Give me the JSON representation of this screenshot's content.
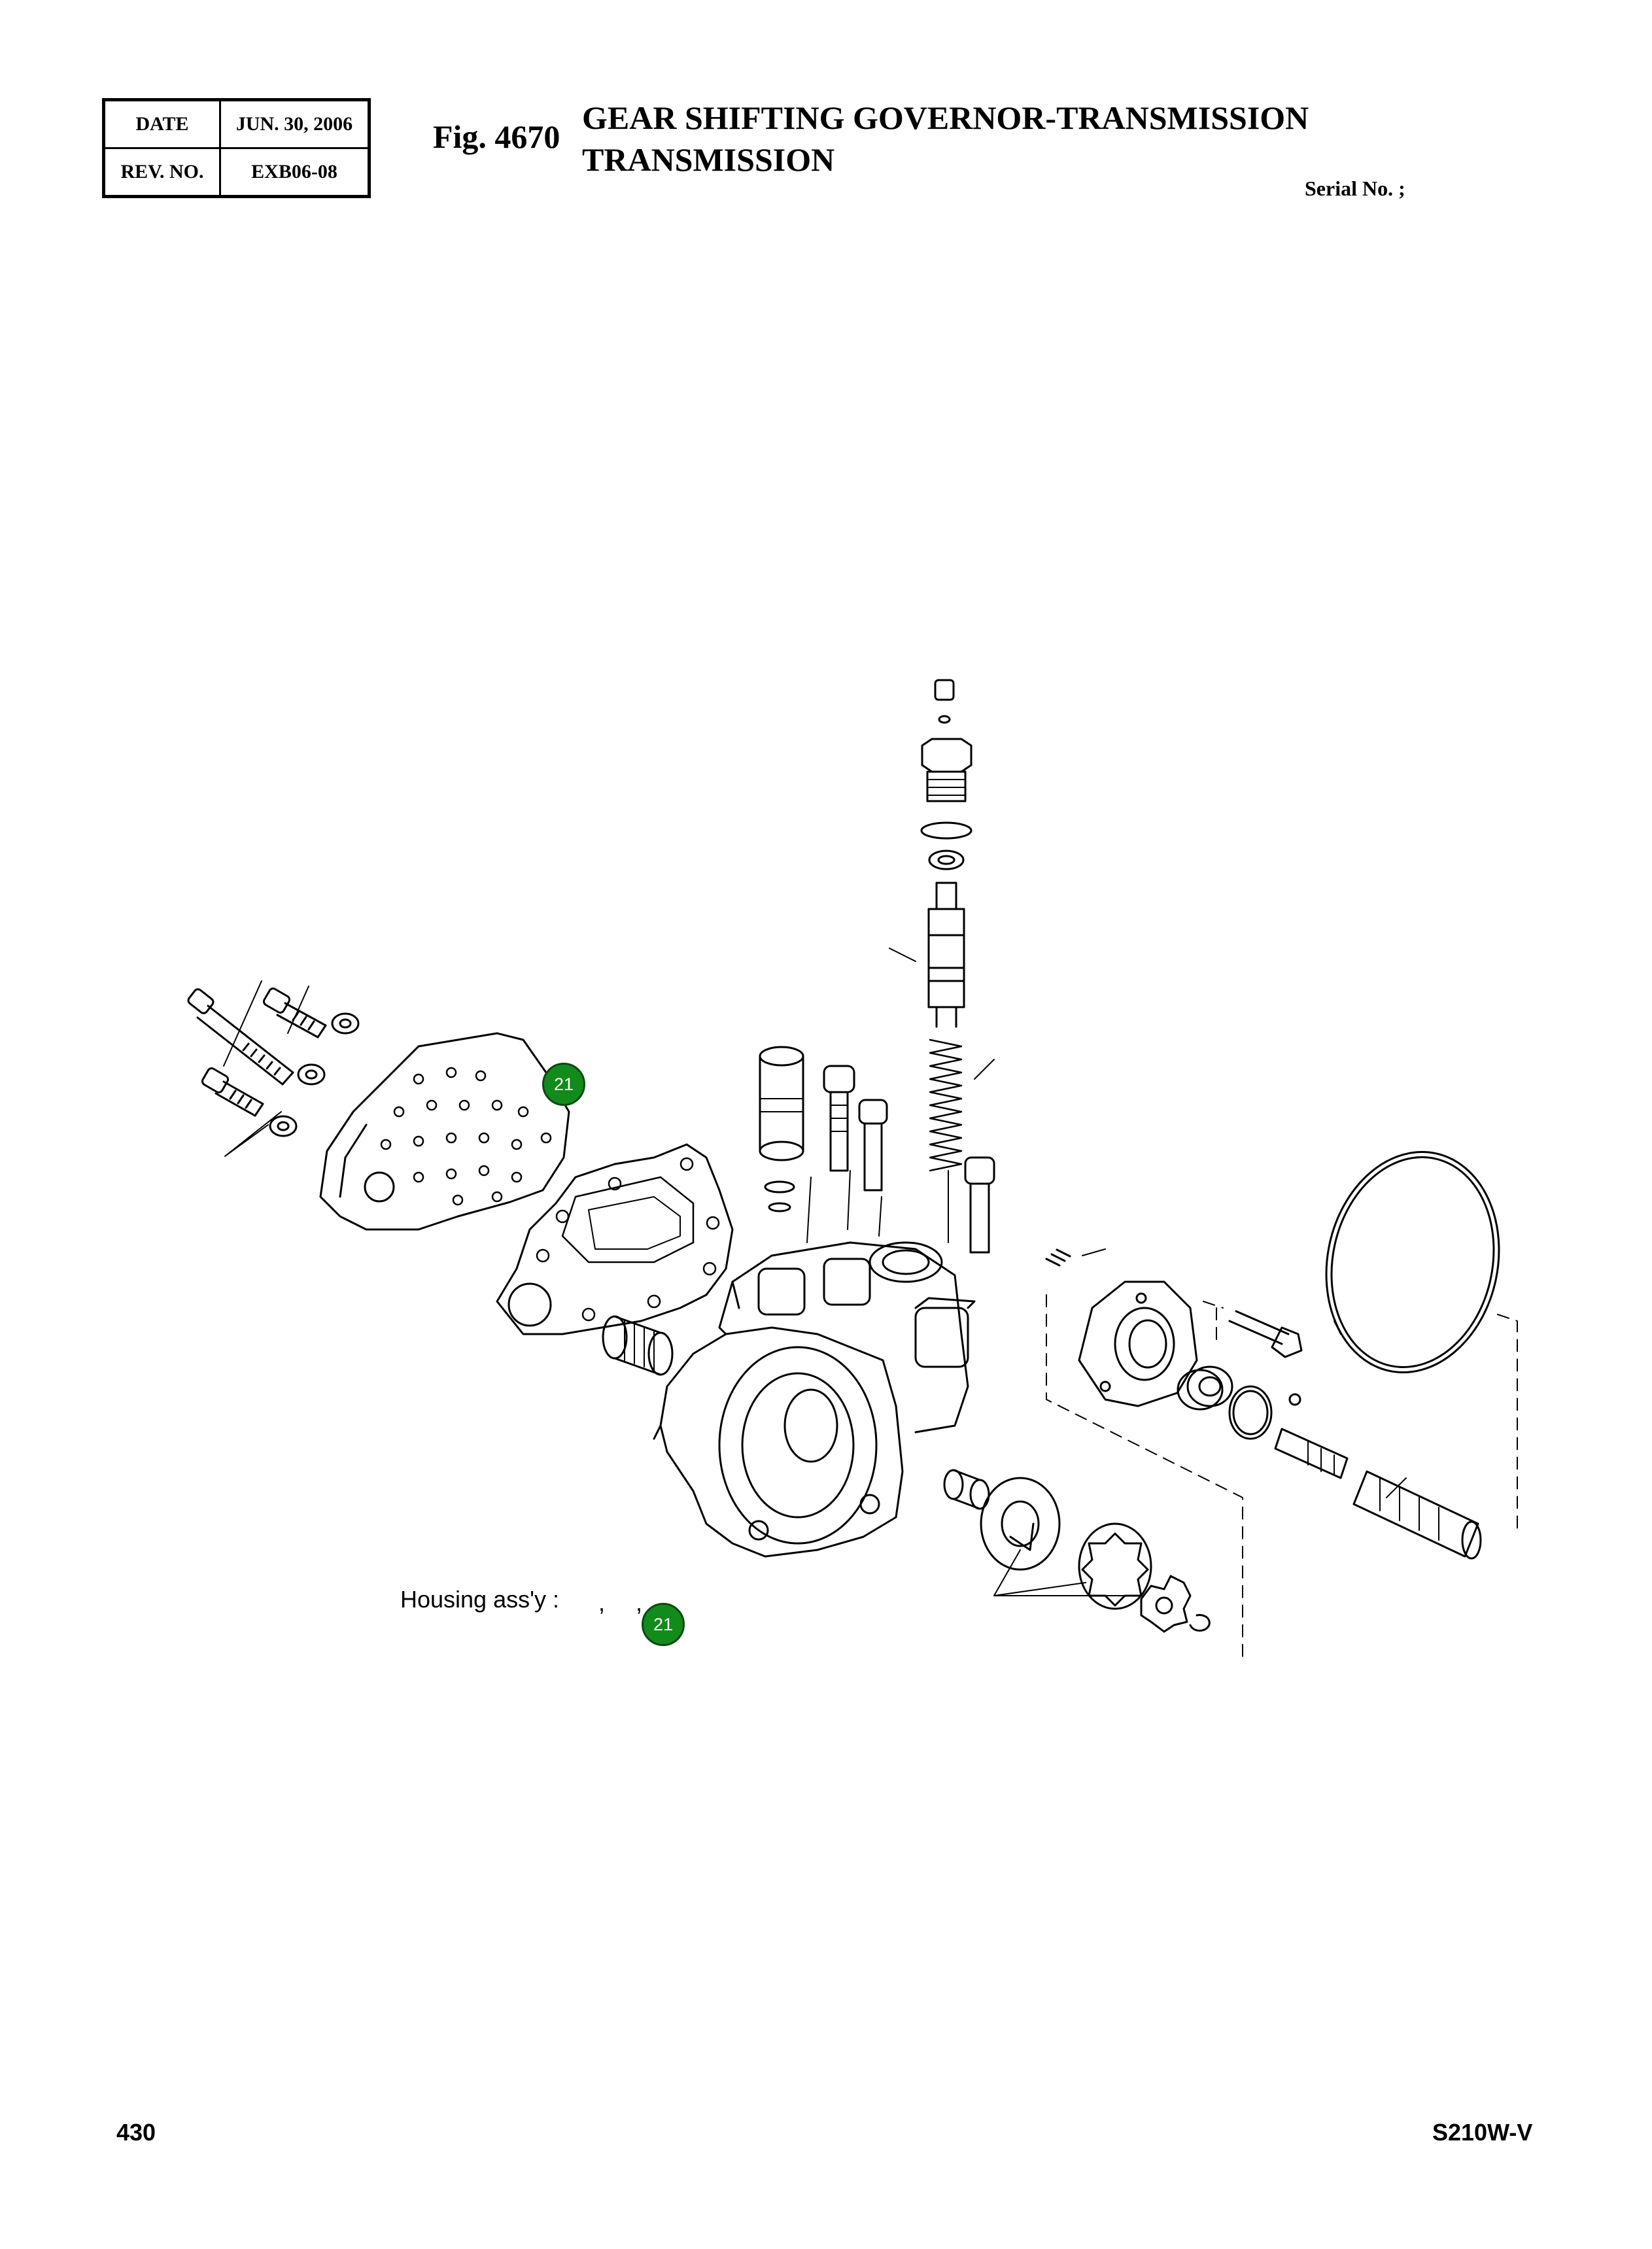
{
  "header": {
    "date_label": "DATE",
    "date_value": "JUN. 30, 2006",
    "rev_label": "REV. NO.",
    "rev_value": "EXB06-08",
    "fig_number": "Fig. 4670",
    "title_line1": "GEAR SHIFTING GOVERNOR-TRANSMISSION",
    "title_line2": "TRANSMISSION",
    "serial": "Serial No. ;"
  },
  "diagram": {
    "housing_label": "Housing ass'y :",
    "separators": [
      ",",
      ","
    ],
    "callouts": [
      "21",
      "21"
    ]
  },
  "footer": {
    "page_number": "430",
    "model": "S210W-V"
  },
  "colors": {
    "callout_fill": "#138a1c",
    "line": "#000000"
  }
}
